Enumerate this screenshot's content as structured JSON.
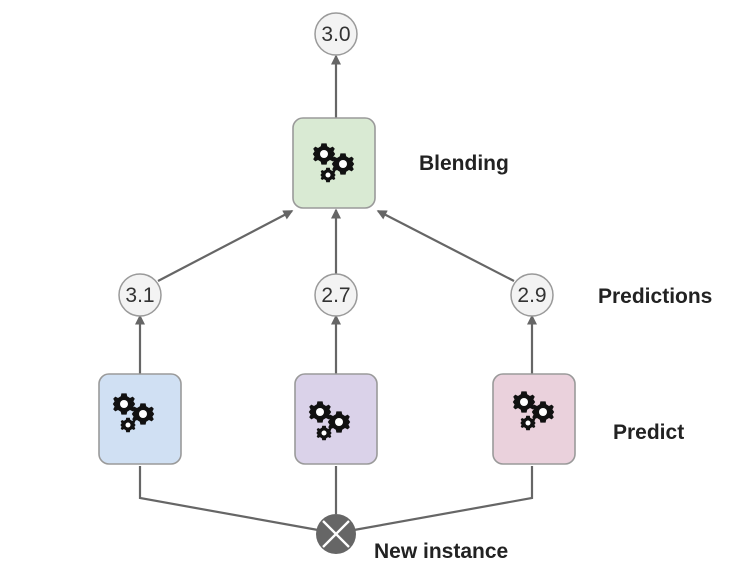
{
  "labels": {
    "blending": "Blending",
    "predictions": "Predictions",
    "predict": "Predict",
    "new_instance": "New instance"
  },
  "outputs": {
    "blend": "3.0",
    "left": "3.1",
    "middle": "2.7",
    "right": "2.9"
  },
  "colors": {
    "blender_fill": "#d9ead3",
    "left_fill": "#d0e0f3",
    "middle_fill": "#dad2e9",
    "right_fill": "#ead1dc",
    "box_stroke": "#9a9a9a",
    "bubble_fill": "#f3f3f3",
    "arrow": "#666666",
    "instance_node": "#666666"
  },
  "icons": {
    "blender": "gears-icon",
    "left": "gears-icon",
    "middle": "gears-icon",
    "right": "gears-icon",
    "instance": "x-circle-icon"
  }
}
